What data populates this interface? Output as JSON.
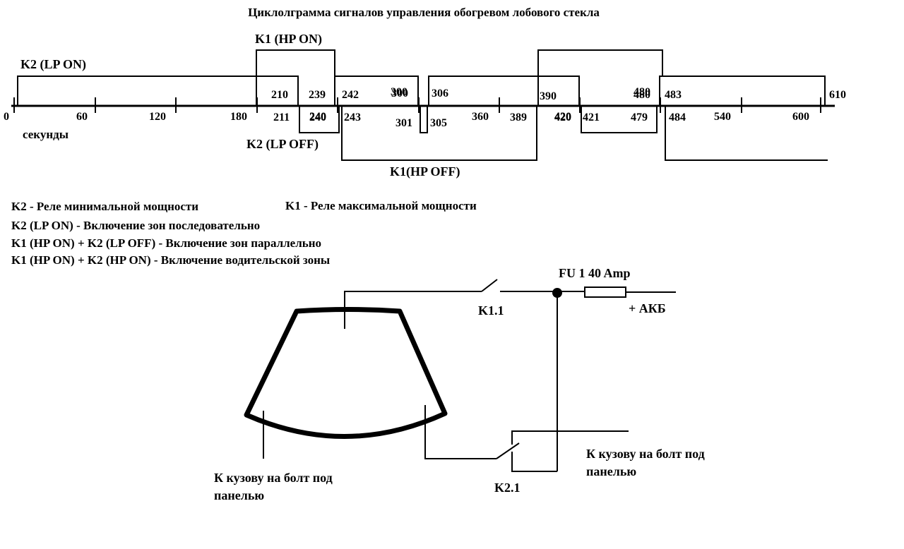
{
  "title": "Циклолграмма сигналов управления обогревом лобового стекла",
  "axis": {
    "unit_label": "секунды",
    "ticks": [
      "0",
      "60",
      "120",
      "180",
      "240",
      "300",
      "360",
      "420",
      "480",
      "540",
      "600"
    ],
    "end_label": "610"
  },
  "signal_labels": {
    "k1_hp_on": "K1 (HP ON)",
    "k2_lp_on": "K2 (LP ON)",
    "k2_lp_off": "K2 (LP OFF)",
    "k1_hp_off": "K1(HP OFF)"
  },
  "time_marks_upper": [
    "210",
    "239",
    "242",
    "300",
    "306",
    "390",
    "480",
    "483"
  ],
  "time_marks_lower": [
    "211",
    "240",
    "243",
    "301",
    "305",
    "389",
    "420",
    "421",
    "479",
    "484"
  ],
  "legend": {
    "k2": "K2 - Реле минимальной мощности",
    "k1": "K1 - Реле максимальной мощности",
    "line1": "K2 (LP ON) - Включение зон последовательно",
    "line2": "K1 (HP ON) + K2 (LP OFF) - Включение зон параллельно",
    "line3": "K1 (HP ON) + K2 (HP ON) - Включение водительской зоны"
  },
  "circuit": {
    "fuse_label": "FU 1 40 Amp",
    "battery_label": "+ АКБ",
    "k1_switch": "K1.1",
    "k2_switch": "K2.1",
    "ground_left_1": "К кузову  на болт под",
    "ground_left_2": "панелью",
    "ground_right_1": "К кузову  на болт под",
    "ground_right_2": "панелью"
  }
}
